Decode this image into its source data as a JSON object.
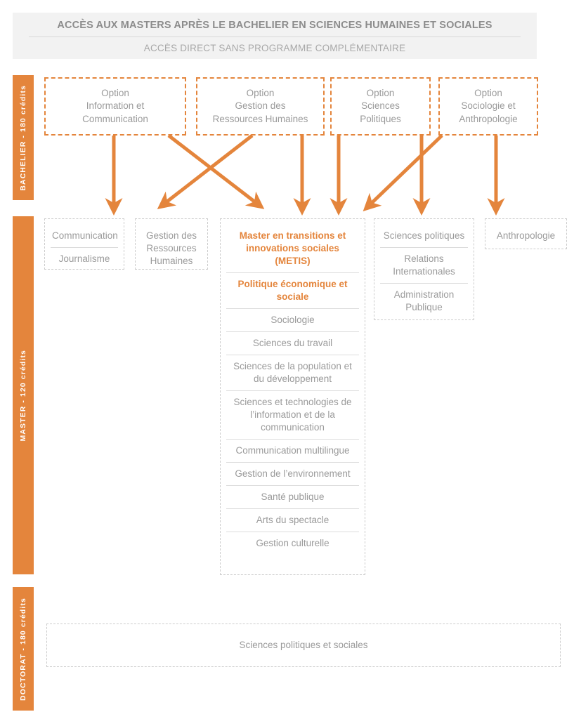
{
  "header": {
    "title": "ACCÈS AUX MASTERS APRÈS LE BACHELIER EN SCIENCES HUMAINES ET SOCIALES",
    "subtitle": "ACCÈS DIRECT SANS PROGRAMME COMPLÉMENTAIRE"
  },
  "colors": {
    "accent": "#e4853c",
    "text_grey": "#9a9a9a",
    "border_grey": "#cccccc",
    "header_band": "#f2f2f2"
  },
  "levels": {
    "bachelier": "BACHELIER - 180 crédits",
    "master": "MASTER - 120 crédits",
    "doctorat": "DOCTORAT - 180 crédits"
  },
  "bachelier_options": [
    {
      "line1": "Option",
      "line2": "Information et",
      "line3": "Communication"
    },
    {
      "line1": "Option",
      "line2": "Gestion des",
      "line3": "Ressources Humaines"
    },
    {
      "line1": "Option",
      "line2": "Sciences",
      "line3": "Politiques"
    },
    {
      "line1": "Option",
      "line2": "Sociologie et",
      "line3": "Anthropologie"
    }
  ],
  "master_groups": [
    {
      "id": "communication",
      "items": [
        {
          "label": "Communication",
          "highlight": false
        },
        {
          "label": "Journalisme",
          "highlight": false
        }
      ]
    },
    {
      "id": "grh",
      "items": [
        {
          "label": "Gestion des Ressources Humaines",
          "highlight": false
        }
      ]
    },
    {
      "id": "central",
      "items": [
        {
          "label": "Master en transitions et innovations sociales (METIS)",
          "highlight": true
        },
        {
          "label": "Politique économique et sociale",
          "highlight": true
        },
        {
          "label": "Sociologie",
          "highlight": false
        },
        {
          "label": "Sciences du travail",
          "highlight": false
        },
        {
          "label": "Sciences de la population et du développement",
          "highlight": false
        },
        {
          "label": "Sciences et technologies de l’information et de la communication",
          "highlight": false
        },
        {
          "label": "Communication multilingue",
          "highlight": false
        },
        {
          "label": "Gestion de l’environnement",
          "highlight": false
        },
        {
          "label": "Santé publique",
          "highlight": false
        },
        {
          "label": "Arts du spectacle",
          "highlight": false
        },
        {
          "label": "Gestion culturelle",
          "highlight": false
        }
      ]
    },
    {
      "id": "sciences-politiques",
      "items": [
        {
          "label": "Sciences politiques",
          "highlight": false
        },
        {
          "label": "Relations Internationales",
          "highlight": false
        },
        {
          "label": "Administration Publique",
          "highlight": false
        }
      ]
    },
    {
      "id": "anthropologie",
      "items": [
        {
          "label": "Anthropologie",
          "highlight": false
        }
      ]
    }
  ],
  "doctorat": {
    "label": "Sciences politiques et sociales"
  },
  "flows": [
    {
      "from": "Option Information et Communication",
      "to": "Communication / Journalisme",
      "kind": "straight"
    },
    {
      "from": "Option Information et Communication",
      "to": "Central masters column",
      "kind": "diagonal-right"
    },
    {
      "from": "Option Gestion des Ressources Humaines",
      "to": "Gestion des Ressources Humaines",
      "kind": "diagonal-left"
    },
    {
      "from": "Option Gestion des Ressources Humaines",
      "to": "Central masters column",
      "kind": "straight"
    },
    {
      "from": "Option Sciences Politiques",
      "to": "Central masters column",
      "kind": "straight"
    },
    {
      "from": "Option Sciences Politiques",
      "to": "Sciences politiques group",
      "kind": "straight"
    },
    {
      "from": "Option Sociologie et Anthropologie",
      "to": "Central masters column",
      "kind": "diagonal-left"
    },
    {
      "from": "Option Sociologie et Anthropologie",
      "to": "Anthropologie",
      "kind": "straight"
    }
  ]
}
